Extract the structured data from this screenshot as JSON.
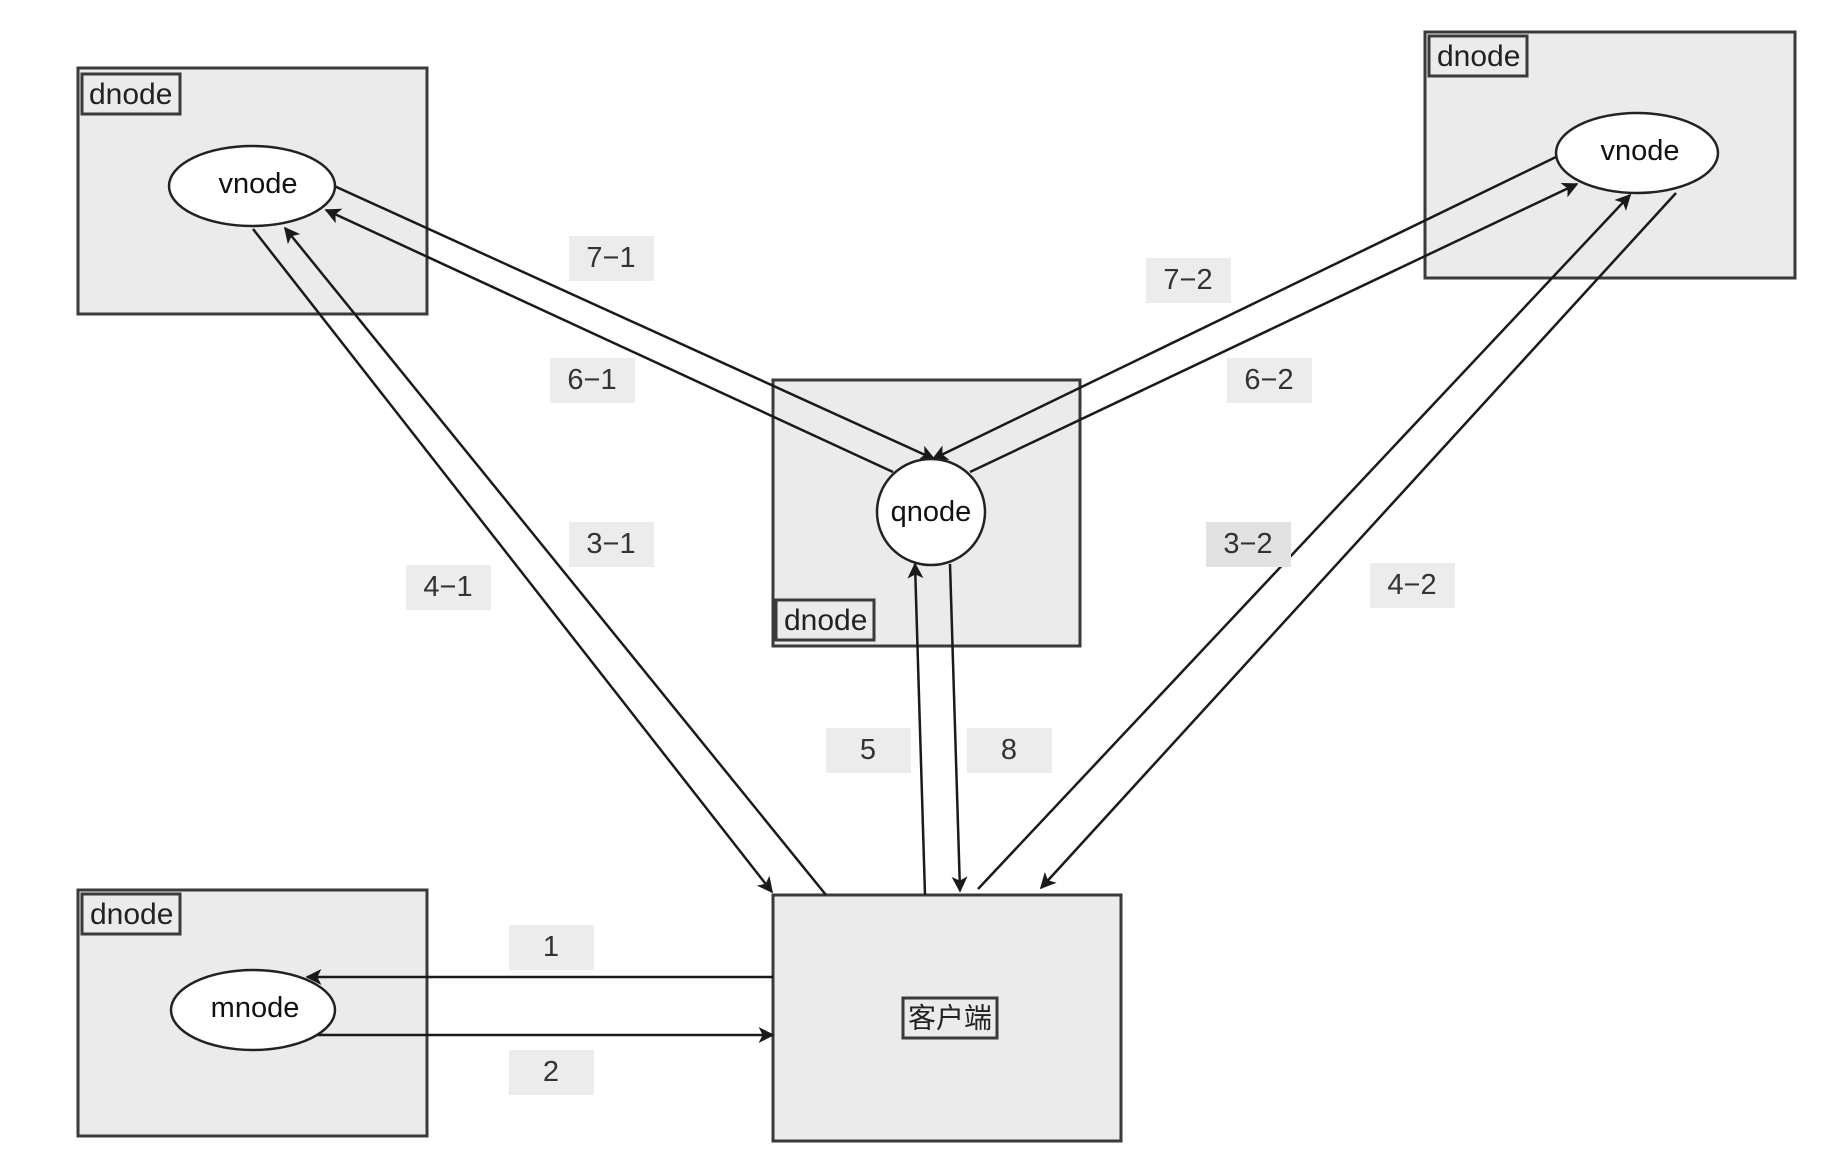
{
  "diagram": {
    "boxes": {
      "top_left": "dnode",
      "top_right": "dnode",
      "center": "dnode",
      "bottom_left": "dnode"
    },
    "nodes": {
      "vnode_left": "vnode",
      "vnode_right": "vnode",
      "qnode": "qnode",
      "mnode": "mnode",
      "client": "客户端"
    },
    "edges": {
      "e1": "1",
      "e2": "2",
      "e3_1": "3−1",
      "e3_2": "3−2",
      "e4_1": "4−1",
      "e4_2": "4−2",
      "e5": "5",
      "e6_1": "6−1",
      "e6_2": "6−2",
      "e7_1": "7−1",
      "e7_2": "7−2",
      "e8": "8"
    }
  }
}
